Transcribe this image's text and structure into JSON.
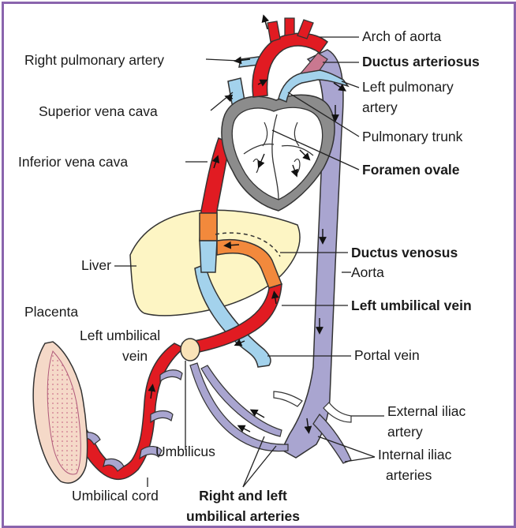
{
  "colors": {
    "frame": "#8a64ad",
    "oxygenated_blood": "#e11b22",
    "mixed_blood": "#f2893c",
    "deoxygenated_blood": "#a3d2ec",
    "aorta": "#a9a5d0",
    "liver": "#fdf5c4",
    "heart": "#8c8c8c"
  },
  "labels": {
    "arch_of_aorta": "Arch of aorta",
    "right_pulmonary_artery": "Right pulmonary artery",
    "ductus_arteriosus": "Ductus arteriosus",
    "left_pulmonary_artery_1": "Left pulmonary",
    "left_pulmonary_artery_2": "artery",
    "superior_vena_cava": "Superior vena cava",
    "pulmonary_trunk": "Pulmonary trunk",
    "inferior_vena_cava": "Inferior vena cava",
    "foramen_ovale": "Foramen ovale",
    "ductus_venosus": "Ductus venosus",
    "aorta": "Aorta",
    "liver": "Liver",
    "left_umbilical_vein_right": "Left umbilical vein",
    "placenta": "Placenta",
    "left_umbilical_vein_left_1": "Left umbilical",
    "left_umbilical_vein_left_2": "vein",
    "portal_vein": "Portal vein",
    "external_iliac_artery_1": "External iliac",
    "external_iliac_artery_2": "artery",
    "umbilicus": "Umbilicus",
    "internal_iliac_arteries_1": "Internal iliac",
    "internal_iliac_arteries_2": "arteries",
    "umbilical_cord": "Umbilical cord",
    "right_left_umbilical_arteries_1": "Right and left",
    "right_left_umbilical_arteries_2": "umbilical arteries"
  }
}
